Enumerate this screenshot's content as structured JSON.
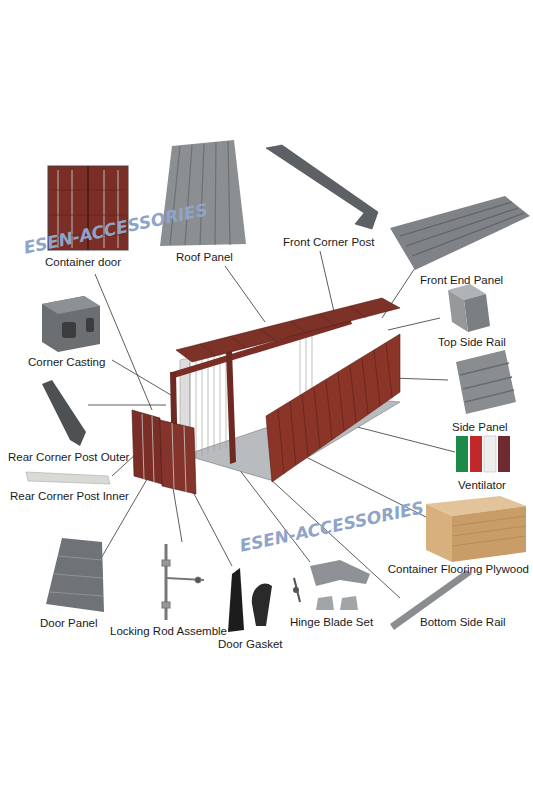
{
  "diagram": {
    "labels": [
      "Container door",
      "Roof Panel",
      "Front Corner Post",
      "Front End Panel",
      "Corner Casting",
      "Top Side Rail",
      "Side Panel",
      "Rear Corner Post Outer",
      "Ventilator",
      "Rear Corner Post Inner",
      "Container Flooring Plywood",
      "Door Panel",
      "Locking Rod Assemble",
      "Door Gasket",
      "Hinge Blade Set",
      "Bottom Side Rail",
      "ESEN-ACCESSORIES",
      "ESEN-ACCESSORIES"
    ]
  }
}
